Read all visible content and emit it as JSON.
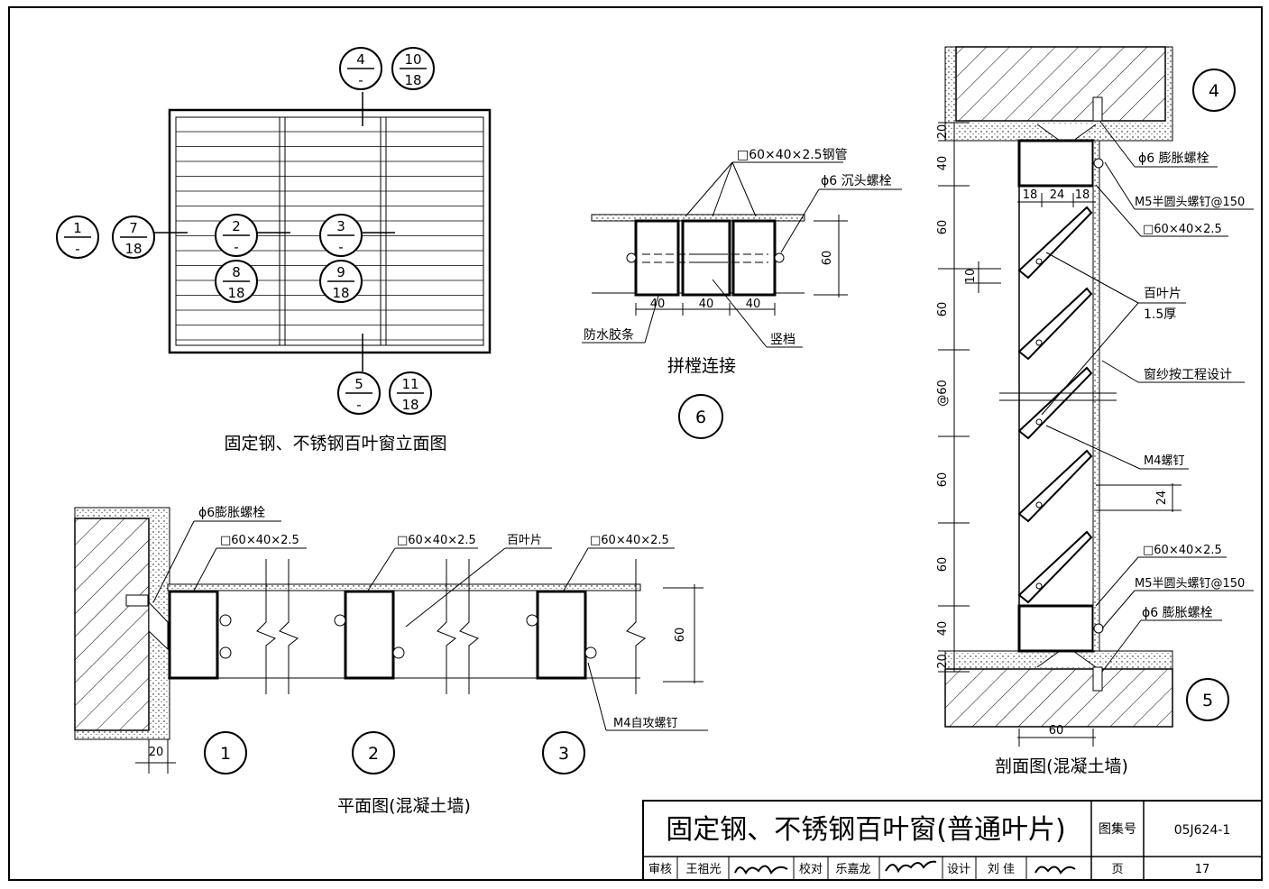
{
  "elevation": {
    "title": "固定钢、不锈钢百叶窗立面图",
    "callouts": [
      {
        "top": "4",
        "bottom": "-"
      },
      {
        "top": "10",
        "bottom": "18"
      },
      {
        "top": "1",
        "bottom": "-"
      },
      {
        "top": "7",
        "bottom": "18"
      },
      {
        "top": "2",
        "bottom": "-"
      },
      {
        "top": "3",
        "bottom": "-"
      },
      {
        "top": "8",
        "bottom": "18"
      },
      {
        "top": "9",
        "bottom": "18"
      },
      {
        "top": "5",
        "bottom": "-"
      },
      {
        "top": "11",
        "bottom": "18"
      }
    ]
  },
  "joint_detail": {
    "title": "拼樘连接",
    "number": "6",
    "labels": {
      "steel_tube": "□60×40×2.5钢管",
      "bolt": "ϕ6 沉头螺栓",
      "gasket": "防水胶条",
      "mullion": "竖档",
      "dim_width": "40",
      "dim_height": "60"
    }
  },
  "plan": {
    "title": "平面图(混凝土墙)",
    "numbers": [
      "1",
      "2",
      "3"
    ],
    "labels": {
      "expansion_bolt": "ϕ6膨胀螺栓",
      "tube": "□60×40×2.5",
      "blade": "百叶片",
      "screw": "M4自攻螺钉",
      "dim_20": "20",
      "dim_60": "60"
    }
  },
  "section": {
    "title": "剖面图(混凝土墙)",
    "numbers": [
      "4",
      "5"
    ],
    "labels": {
      "expansion_bolt": "ϕ6 膨胀螺栓",
      "m5_screw": "M5半圆头螺钉@150",
      "tube": "□60×40×2.5",
      "blade": "百叶片",
      "blade_thickness": "1.5厚",
      "screen": "窗纱按工程设计",
      "m4_screw": "M4螺钉"
    },
    "dims_left": [
      "20",
      "40",
      "60",
      "60",
      "@60",
      "60",
      "60",
      "40",
      "20"
    ],
    "dims_misc": {
      "d18a": "18",
      "d24": "24",
      "d18b": "18",
      "d10": "10",
      "d24b": "24",
      "d60": "60"
    }
  },
  "title_block": {
    "title": "固定钢、不锈钢百叶窗(普通叶片)",
    "atlas_label": "图集号",
    "atlas_no": "05J624-1",
    "review_label": "审核",
    "reviewer": "王祖光",
    "check_label": "校对",
    "checker": "乐嘉龙",
    "design_label": "设计",
    "designer": "刘 佳",
    "page_label": "页",
    "page_no": "17"
  }
}
